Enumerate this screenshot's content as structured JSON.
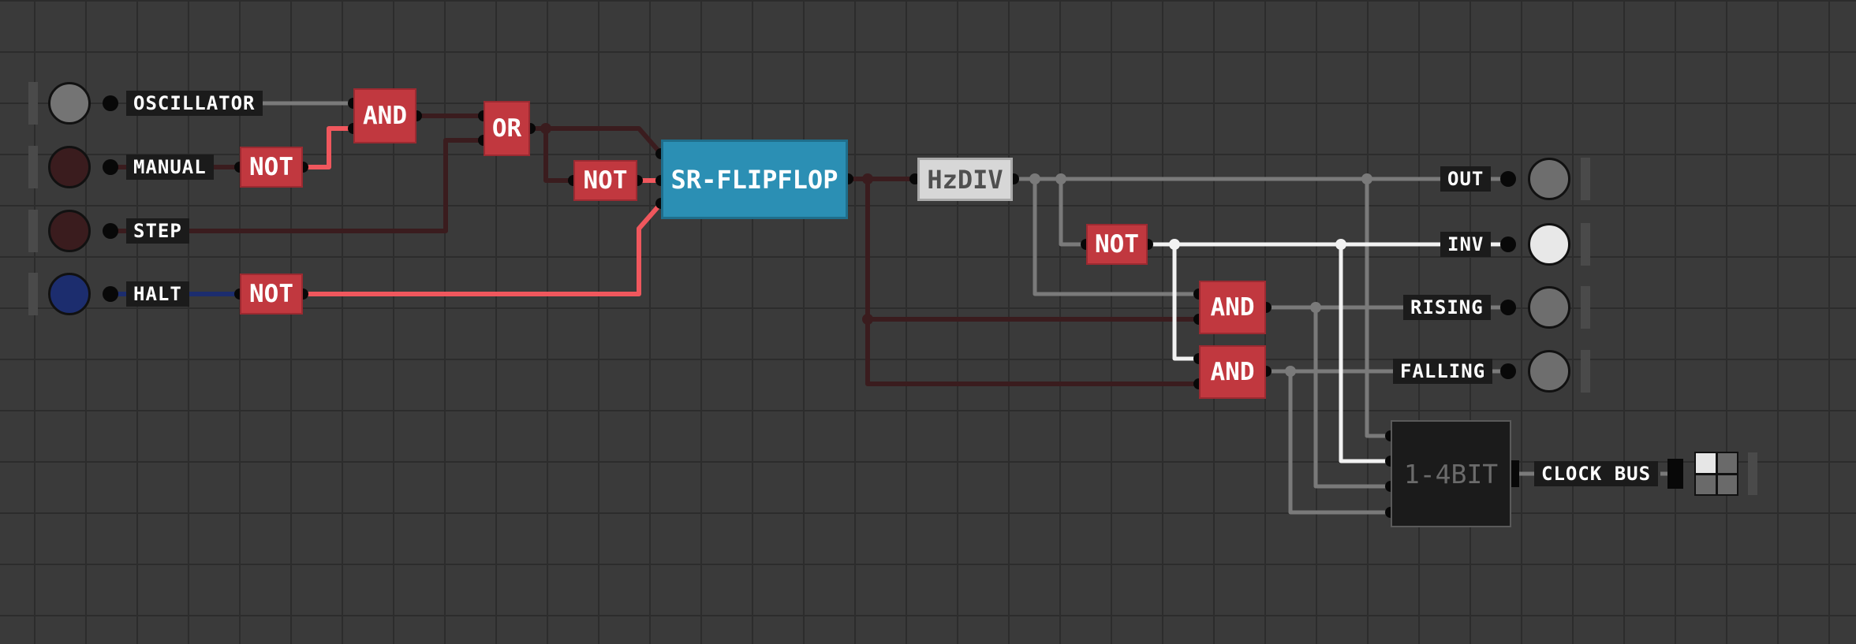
{
  "inputs": [
    {
      "label": "OSCILLATOR",
      "state_color": "#747474"
    },
    {
      "label": "MANUAL",
      "state_color": "#3a1c1e"
    },
    {
      "label": "STEP",
      "state_color": "#3a1c1e"
    },
    {
      "label": "HALT",
      "state_color": "#1c2d6e"
    }
  ],
  "outputs": [
    {
      "label": "OUT",
      "state_color": "#6e6e6e"
    },
    {
      "label": "INV",
      "state_color": "#e8e8e8"
    },
    {
      "label": "RISING",
      "state_color": "#6e6e6e"
    },
    {
      "label": "FALLING",
      "state_color": "#6e6e6e"
    }
  ],
  "gates": {
    "and_top": "AND",
    "or": "OR",
    "not_manual": "NOT",
    "not_or": "NOT",
    "not_halt": "NOT",
    "not_hz": "NOT",
    "and_rising": "AND",
    "and_falling": "AND"
  },
  "components": {
    "flipflop": "SR-FLIPFLOP",
    "hzdiv": "HzDIV",
    "bitbox": "1-4BIT",
    "clock_bus": "CLOCK BUS"
  },
  "display": {
    "segments_on": [
      true,
      false,
      false,
      false
    ]
  },
  "colors": {
    "background": "#3a3a3a",
    "grid": "#2c2c2c",
    "wire_off": "#3a1c1e",
    "wire_on": "#f0575d",
    "wire_gray": "#7a7a7a",
    "wire_white": "#f2f2f2",
    "wire_blue": "#1c2d6e",
    "gate": "#c1383f",
    "flipflop": "#2b8fb4"
  }
}
